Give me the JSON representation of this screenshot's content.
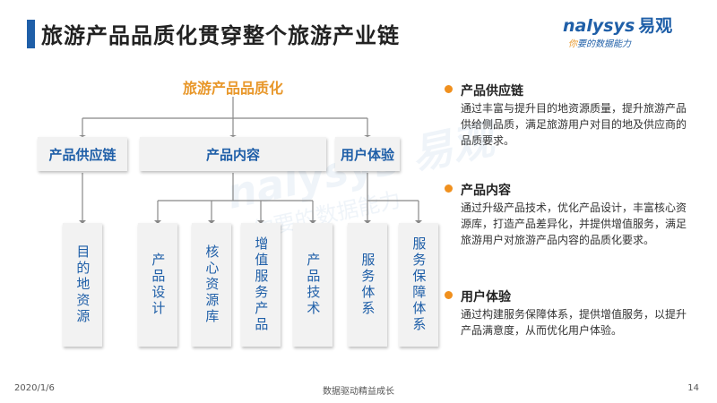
{
  "title": "旅游产品品质化贯穿整个旅游产业链",
  "logo": {
    "brand": "nalysys",
    "brand_cn": "易观",
    "slogan_accent": "你",
    "slogan": "要的数据能力"
  },
  "watermark": {
    "brand": "nalysys 易观",
    "slogan": "你要的数据能力"
  },
  "diagram": {
    "root": "旅游产品品质化",
    "level1": [
      "产品供应链",
      "产品内容",
      "用户体验"
    ],
    "level2": [
      "目的地资源",
      "产品设计",
      "核心资源库",
      "增值服务产品",
      "产品技术",
      "服务体系",
      "服务保障体系"
    ]
  },
  "legend": [
    {
      "head": "产品供应链",
      "body": "通过丰富与提升目的地资源质量，提升旅游产品供给侧品质，满足旅游用户对目的地及供应商的品质要求。"
    },
    {
      "head": "产品内容",
      "body": "通过升级产品技术，优化产品设计，丰富核心资源库，打造产品差异化，并提供增值服务，满足旅游用户对旅游产品内容的品质化要求。"
    },
    {
      "head": "用户体验",
      "body": "通过构建服务保障体系，提供增值服务，以提升产品满意度，从而优化用户体验。"
    }
  ],
  "footer": {
    "date": "2020/1/6",
    "center": "数据驱动精益成长",
    "page": "14"
  },
  "colors": {
    "accent_blue": "#1f5fa8",
    "accent_orange": "#f0901e",
    "box_bg": "#f2f2f2",
    "line": "#888888"
  }
}
